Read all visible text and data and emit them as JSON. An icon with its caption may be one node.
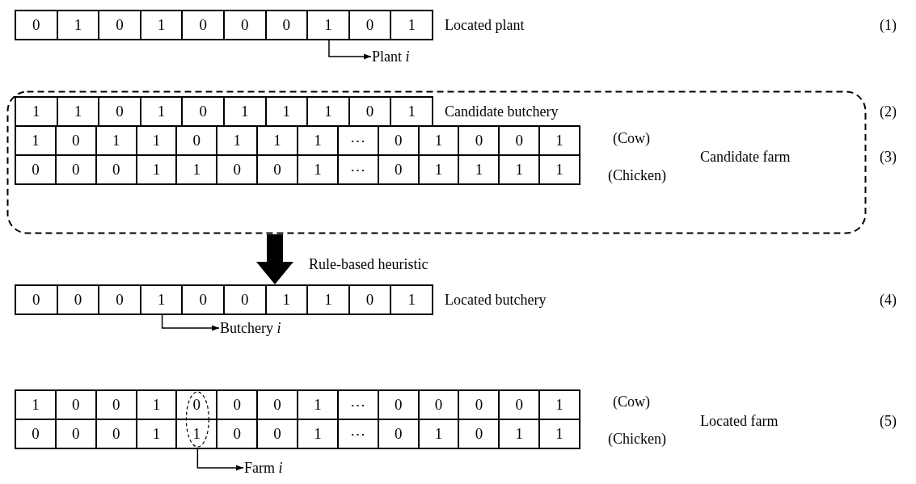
{
  "diagram": {
    "nodes": [
      {
        "text": [
          "0",
          "1",
          "0",
          "1",
          "0",
          "0",
          "0",
          "1",
          "0",
          "1"
        ],
        "beside": [
          "Located plant"
        ]
      },
      {
        "text": [
          "Plant *i*"
        ]
      },
      {
        "text": [],
        "shape": "box"
      },
      {
        "text": [
          "1",
          "1",
          "0",
          "1",
          "0",
          "1",
          "1",
          "1",
          "0",
          "1"
        ],
        "in": 2,
        "beside": [
          "Candidate butchery"
        ]
      },
      {
        "text": [
          "1",
          "0",
          "1",
          "1",
          "0",
          "1",
          "1",
          "1",
          "⋯",
          "0",
          "1",
          "0",
          "0",
          "1"
        ],
        "in": 2,
        "beside": [
          "(Cow)"
        ]
      },
      {
        "text": [
          "0",
          "0",
          "0",
          "1",
          "1",
          "0",
          "0",
          "1",
          "⋯",
          "0",
          "1",
          "1",
          "1",
          "1"
        ],
        "in": 2,
        "beside": [
          "(Chicken)"
        ]
      },
      {
        "text": [
          "0",
          "0",
          "0",
          "1",
          "0",
          "0",
          "1",
          "1",
          "0",
          "1"
        ],
        "beside": [
          "Located butchery"
        ]
      },
      {
        "text": [
          "Butchery *i*"
        ]
      },
      {
        "text": [
          "1",
          "0",
          "0",
          "1",
          "0",
          "0",
          "0",
          "1",
          "⋯",
          "0",
          "0",
          "0",
          "0",
          "1"
        ],
        "beside": [
          "(Cow)"
        ]
      },
      {
        "text": [
          "0",
          "0",
          "0",
          "1",
          "1",
          "0",
          "0",
          "1",
          "⋯",
          "0",
          "1",
          "0",
          "1",
          "1"
        ],
        "beside": [
          "(Chicken)"
        ]
      },
      {
        "text": [
          "Farm *i*"
        ]
      }
    ],
    "edges": [
      {
        "from": 0,
        "to": 1,
        "arrow": "to"
      },
      {
        "from": 2,
        "to": 6,
        "arrow": "to",
        "label": "Rule-based heuristic",
        "style": "thick"
      },
      {
        "from": 6,
        "to": 7,
        "arrow": "to"
      },
      {
        "from": 9,
        "to": 10,
        "arrow": "to"
      }
    ],
    "labels": [
      "(1)",
      "(2)",
      "Candidate farm",
      "(3)",
      "(4)",
      "Located farm",
      "(5)"
    ]
  }
}
